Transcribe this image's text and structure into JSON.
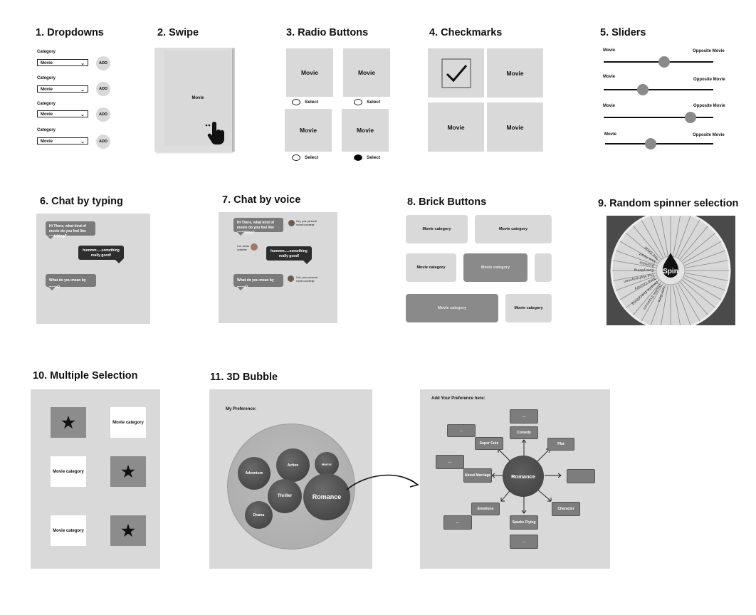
{
  "sections": {
    "s1": "1. Dropdowns",
    "s2": "2. Swipe",
    "s3": "3. Radio Buttons",
    "s4": "4. Checkmarks",
    "s5": "5. Sliders",
    "s6": "6. Chat by typing",
    "s7": "7. Chat by voice",
    "s8": "8. Brick Buttons",
    "s9": "9. Random spinner selection",
    "s10": "10. Multiple Selection",
    "s11": "11. 3D Bubble"
  },
  "dropdowns": {
    "label": "Category",
    "value": "Movie",
    "add": "ADD"
  },
  "swipe": {
    "card": "Movie"
  },
  "radio": {
    "card": "Movie",
    "select": "Select",
    "selected_index": 3
  },
  "checkmarks": {
    "card": "Movie",
    "checked_index": 0
  },
  "sliders": {
    "left": "Movie",
    "right": "Opposite Movie",
    "values": [
      0.55,
      0.36,
      0.79,
      0.42
    ]
  },
  "chat_typing": {
    "m1": "Hi There, what kind of movie do you feel like watching?",
    "m2": "hummm.....something really good!",
    "m3": "What do you mean by good?"
  },
  "chat_voice": {
    "m1": "Hi There, what kind of movie do you feel like watching?",
    "v1": "Hey, your personal movie concierge",
    "me": "Lori, sends voiceline",
    "m2": "hummm.....something really good!",
    "m3": "What do you mean by good?",
    "v2": "Ooh, your personal movie concierge"
  },
  "bricks": {
    "label": "Movie category"
  },
  "spinner": {
    "center": "Spin",
    "entries": [
      "Lost Girls",
      "Double Exposure",
      "Despite Everything",
      "Nine Country",
      "The Highwayman",
      "Everything",
      "Bramble",
      "Sale Heart",
      "The Great"
    ]
  },
  "multi": {
    "label": "Movie category"
  },
  "bubble3d": {
    "pref_title": "My Preference:",
    "balls": [
      "Adventure",
      "Action",
      "Horror",
      "Thriller",
      "Romance",
      "Drama"
    ],
    "add_title": "Add Your Preference here:",
    "center": "Romance",
    "nodes": [
      "Super Cute",
      "Comedy",
      "Plot",
      "About Marriage",
      "Character",
      "Emotions",
      "Sparks Flying"
    ],
    "empty": "..."
  }
}
